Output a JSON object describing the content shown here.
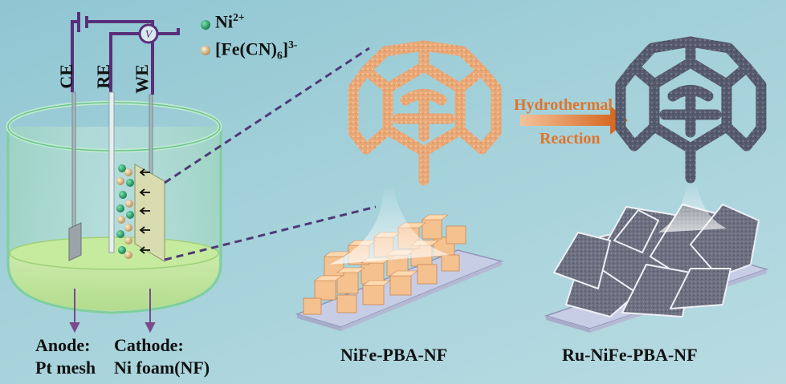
{
  "electrodes": {
    "ce": "CE",
    "re": "RE",
    "we": "WE"
  },
  "legend": {
    "ni_ion": {
      "label": "Ni",
      "superscript": "2+",
      "color": "#1e8c5c"
    },
    "fe_complex": {
      "label_pre": "[Fe(CN)",
      "subscript": "6",
      "label_post": "]",
      "superscript": "3-",
      "color": "#d8b27a"
    }
  },
  "labels": {
    "anode_line1": "Anode:",
    "anode_line2": "Pt mesh",
    "cathode_line1": "Cathode:",
    "cathode_line2": "Ni foam(NF)",
    "left_product": "NiFe-PBA-NF",
    "right_product": "Ru-NiFe-PBA-NF",
    "reaction_line1": "Hydrothermal",
    "reaction_line2": "Reaction"
  },
  "colors": {
    "circuit": "#5a2f7a",
    "frame_orange": "#e7a77a",
    "frame_dark": "#55596b",
    "arrow": "#e08a4c",
    "liquid": "#bfe59a"
  }
}
